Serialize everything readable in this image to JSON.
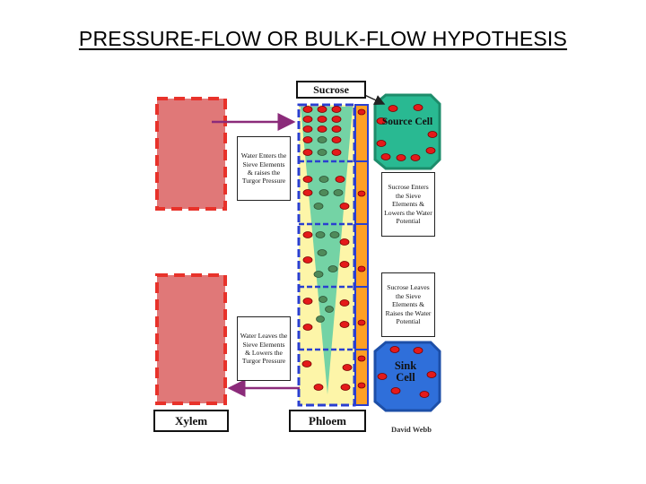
{
  "title": "PRESSURE-FLOW OR BULK-FLOW HYPOTHESIS",
  "diagram": {
    "sucrose_label": "Sucrose",
    "source_cell_label": "Source Cell",
    "sink_cell_label": "Sink Cell",
    "xylem_label": "Xylem",
    "phloem_label": "Phloem",
    "credit": "David Webb",
    "notes": {
      "water_enters": "Water Enters the Sieve Elements & raises the Turgor Pressure",
      "sucrose_enters": "Sucrose Enters the Sieve Elements & Lowers the Water Potential",
      "sucrose_leaves": "Sucrose Leaves the Sieve Elements & Raises the Water Potential",
      "water_leaves": "Water Leaves the Sieve Elements & Lowers the Turgor Pressure"
    },
    "colors": {
      "xylem_fill": "#e07878",
      "xylem_border": "#e8322a",
      "phloem_fill": "#fdf5a8",
      "phloem_border": "#2a3fd0",
      "gradient_cone": "#74d3a5",
      "companion_orange": "#ffa024",
      "source_cell": "#29b992",
      "sink_cell": "#2f6fda",
      "sucrose_dot": "#e41a1a",
      "water_dot": "#4f8a5a",
      "arrow": "#8b2b7a"
    }
  }
}
